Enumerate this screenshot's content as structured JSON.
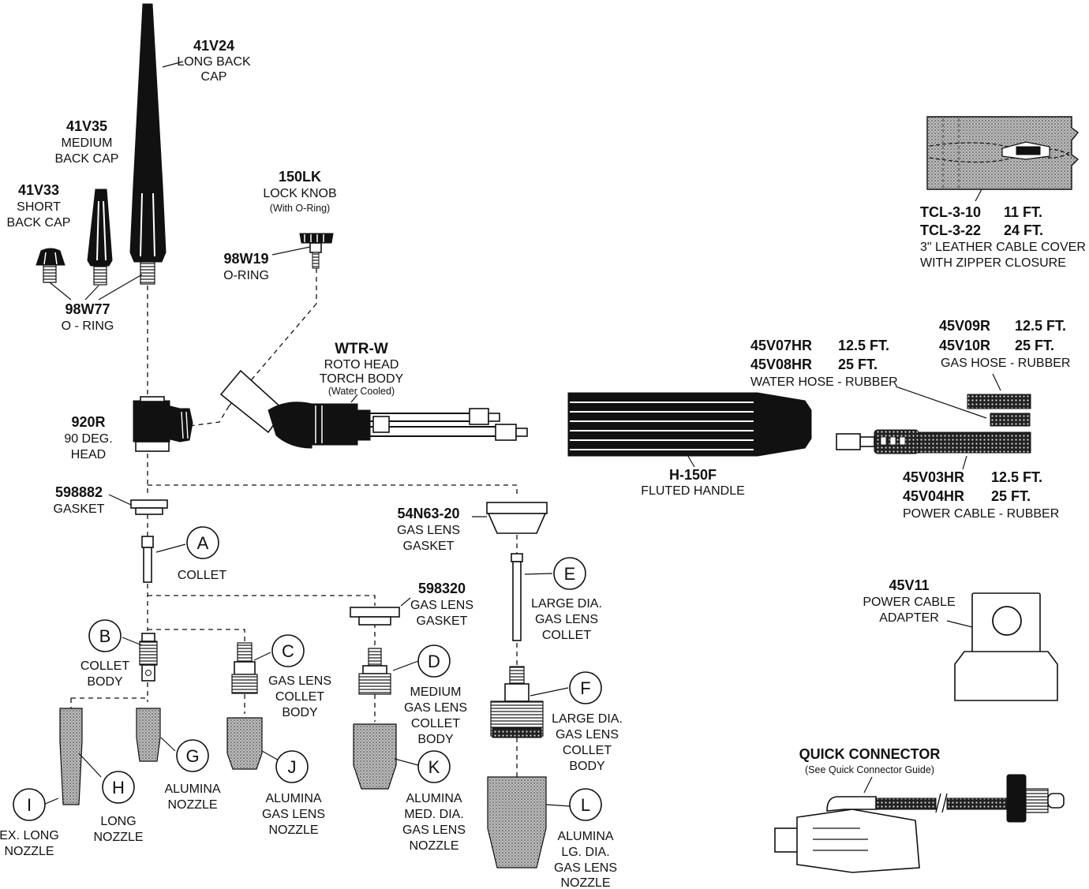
{
  "parts": {
    "long_back_cap": {
      "num": "41V24",
      "l1": "LONG BACK",
      "l2": "CAP"
    },
    "medium_back_cap": {
      "num": "41V35",
      "l1": "MEDIUM",
      "l2": "BACK CAP"
    },
    "short_back_cap": {
      "num": "41V33",
      "l1": "SHORT",
      "l2": "BACK CAP"
    },
    "oring_caps": {
      "num": "98W77",
      "l1": "O - RING"
    },
    "lock_knob": {
      "num": "150LK",
      "l1": "LOCK KNOB",
      "l2": "(With O-Ring)"
    },
    "oring_knob": {
      "num": "98W19",
      "l1": "O-RING"
    },
    "torch_body": {
      "num": "WTR-W",
      "l1": "ROTO HEAD",
      "l2": "TORCH BODY",
      "l3": "(Water Cooled)"
    },
    "head": {
      "num": "920R",
      "l1": "90 DEG.",
      "l2": "HEAD"
    },
    "gasket": {
      "num": "598882",
      "l1": "GASKET"
    },
    "gas_lens_gasket_lg": {
      "num": "54N63-20",
      "l1": "GAS LENS",
      "l2": "GASKET"
    },
    "gas_lens_gasket_md": {
      "num": "598320",
      "l1": "GAS LENS",
      "l2": "GASKET"
    },
    "handle": {
      "num": "H-150F",
      "l1": "FLUTED HANDLE"
    },
    "cable_cover": {
      "num1": "TCL-3-10",
      "len1": "11 FT.",
      "num2": "TCL-3-22",
      "len2": "24 FT.",
      "l1": "3\" LEATHER CABLE COVER",
      "l2": "WITH ZIPPER CLOSURE"
    },
    "water_hose": {
      "num1": "45V07HR",
      "len1": "12.5 FT.",
      "num2": "45V08HR",
      "len2": "25 FT.",
      "l1": "WATER HOSE  - RUBBER"
    },
    "gas_hose": {
      "num1": "45V09R",
      "len1": "12.5 FT.",
      "num2": "45V10R",
      "len2": "25 FT.",
      "l1": "GAS HOSE - RUBBER"
    },
    "power_cable": {
      "num1": "45V03HR",
      "len1": "12.5 FT.",
      "num2": "45V04HR",
      "len2": "25 FT.",
      "l1": "POWER CABLE - RUBBER"
    },
    "adapter": {
      "num": "45V11",
      "l1": "POWER CABLE",
      "l2": "ADAPTER"
    },
    "quick_connector": {
      "title": "QUICK CONNECTOR",
      "l1": "(See Quick Connector Guide)"
    }
  },
  "lettered": {
    "A": {
      "letter": "A",
      "l1": "COLLET"
    },
    "B": {
      "letter": "B",
      "l1": "COLLET",
      "l2": "BODY"
    },
    "C": {
      "letter": "C",
      "l1": "GAS LENS",
      "l2": "COLLET",
      "l3": "BODY"
    },
    "D": {
      "letter": "D",
      "l1": "MEDIUM",
      "l2": "GAS LENS",
      "l3": "COLLET",
      "l4": "BODY"
    },
    "E": {
      "letter": "E",
      "l1": "LARGE DIA.",
      "l2": "GAS LENS",
      "l3": "COLLET"
    },
    "F": {
      "letter": "F",
      "l1": "LARGE DIA.",
      "l2": "GAS LENS",
      "l3": "COLLET",
      "l4": "BODY"
    },
    "G": {
      "letter": "G",
      "l1": "ALUMINA",
      "l2": "NOZZLE"
    },
    "H": {
      "letter": "H",
      "l1": "LONG",
      "l2": "NOZZLE"
    },
    "I": {
      "letter": "I",
      "l1": "EX. LONG",
      "l2": "NOZZLE"
    },
    "J": {
      "letter": "J",
      "l1": "ALUMINA",
      "l2": "GAS LENS",
      "l3": "NOZZLE"
    },
    "K": {
      "letter": "K",
      "l1": "ALUMINA",
      "l2": "MED. DIA.",
      "l3": "GAS LENS",
      "l4": "NOZZLE"
    },
    "L": {
      "letter": "L",
      "l1": "ALUMINA",
      "l2": "LG. DIA.",
      "l3": "GAS LENS",
      "l4": "NOZZLE"
    }
  }
}
